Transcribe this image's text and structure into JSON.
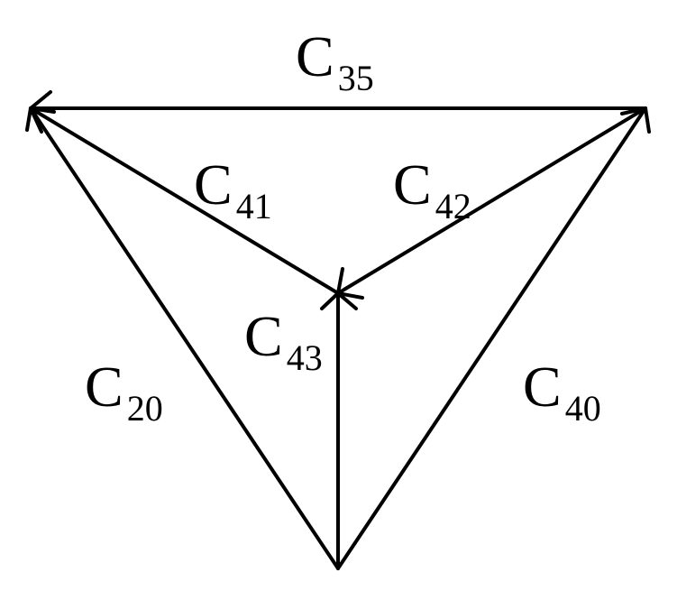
{
  "diagram": {
    "stroke_color": "#000000",
    "background": "#ffffff",
    "edges": [
      {
        "id": "c35",
        "base": "C",
        "sub": "35"
      },
      {
        "id": "c41",
        "base": "C",
        "sub": "41"
      },
      {
        "id": "c42",
        "base": "C",
        "sub": "42"
      },
      {
        "id": "c43",
        "base": "C",
        "sub": "43"
      },
      {
        "id": "c20",
        "base": "C",
        "sub": "20"
      },
      {
        "id": "c40",
        "base": "C",
        "sub": "40"
      }
    ]
  }
}
